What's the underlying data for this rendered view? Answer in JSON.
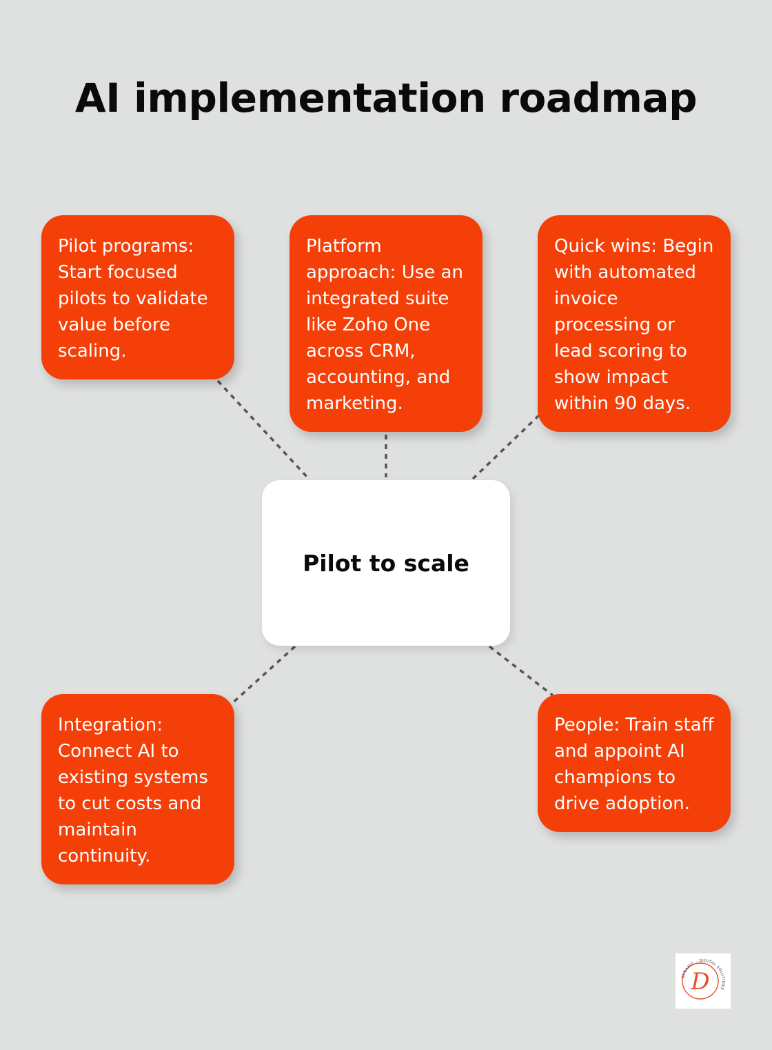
{
  "title": "AI implementation roadmap",
  "center": {
    "label": "Pilot to scale"
  },
  "cards": [
    {
      "text": "Pilot programs: Start focused pilots to validate value before scaling."
    },
    {
      "text": "Platform approach: Use an integrated suite like Zoho One across CRM, accounting, and marketing."
    },
    {
      "text": "Quick wins: Begin with automated invoice processing or lead scoring to show impact within 90 days."
    },
    {
      "text": "Integration: Connect AI to existing systems to cut costs and maintain continuity."
    },
    {
      "text": "People: Train staff and appoint AI champions to drive adoption."
    }
  ],
  "logo": {
    "text": "DYNAMIC · DIGITAL SOLUTIONS",
    "letter": "D"
  },
  "colors": {
    "background": "#dfe1e0",
    "card": "#f43f09",
    "center": "#ffffff",
    "connector": "#555555"
  }
}
